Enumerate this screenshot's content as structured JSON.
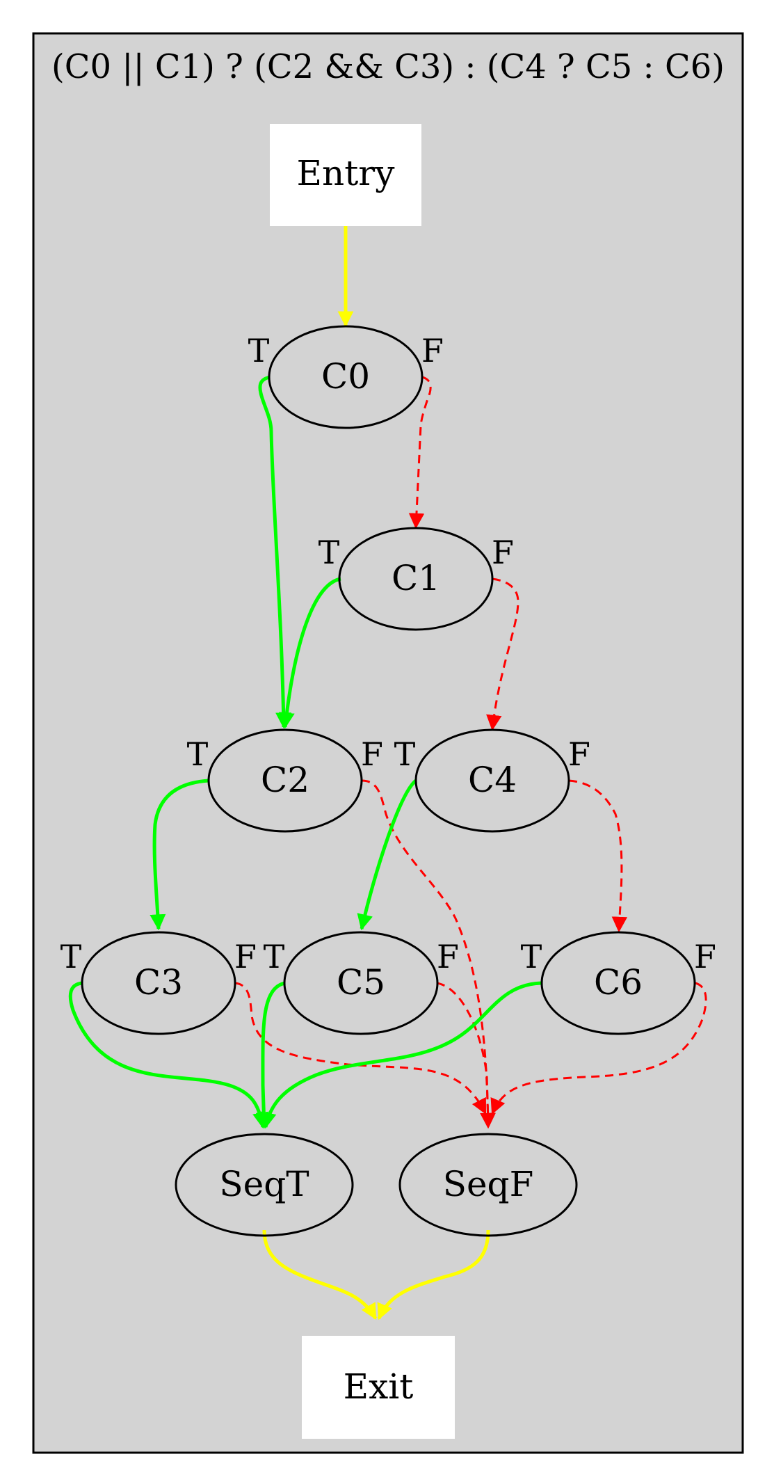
{
  "diagram": {
    "title": "(C0 || C1) ? (C2 && C3) : (C4 ? C5 : C6)",
    "colors": {
      "background": "#d3d3d3",
      "border": "#000000",
      "true_edge": "#00ff00",
      "false_edge": "#ff0000",
      "flow_edge": "#ffff00",
      "terminal_fill": "#ffffff"
    },
    "nodes": {
      "entry": {
        "label": "Entry",
        "shape": "box"
      },
      "c0": {
        "label": "C0",
        "shape": "ellipse",
        "true_port": "T",
        "false_port": "F"
      },
      "c1": {
        "label": "C1",
        "shape": "ellipse",
        "true_port": "T",
        "false_port": "F"
      },
      "c2": {
        "label": "C2",
        "shape": "ellipse",
        "true_port": "T",
        "false_port": "F"
      },
      "c3": {
        "label": "C3",
        "shape": "ellipse",
        "true_port": "T",
        "false_port": "F"
      },
      "c4": {
        "label": "C4",
        "shape": "ellipse",
        "true_port": "T",
        "false_port": "F"
      },
      "c5": {
        "label": "C5",
        "shape": "ellipse",
        "true_port": "T",
        "false_port": "F"
      },
      "c6": {
        "label": "C6",
        "shape": "ellipse",
        "true_port": "T",
        "false_port": "F"
      },
      "seqt": {
        "label": "SeqT",
        "shape": "ellipse"
      },
      "seqf": {
        "label": "SeqF",
        "shape": "ellipse"
      },
      "exit": {
        "label": "Exit",
        "shape": "box"
      }
    },
    "edges": [
      {
        "from": "Entry",
        "to": "C0",
        "kind": "flow"
      },
      {
        "from": "C0",
        "to": "C2",
        "kind": "true"
      },
      {
        "from": "C0",
        "to": "C1",
        "kind": "false"
      },
      {
        "from": "C1",
        "to": "C2",
        "kind": "true"
      },
      {
        "from": "C1",
        "to": "C4",
        "kind": "false"
      },
      {
        "from": "C2",
        "to": "C3",
        "kind": "true"
      },
      {
        "from": "C2",
        "to": "SeqF",
        "kind": "false"
      },
      {
        "from": "C4",
        "to": "C5",
        "kind": "true"
      },
      {
        "from": "C4",
        "to": "C6",
        "kind": "false"
      },
      {
        "from": "C3",
        "to": "SeqT",
        "kind": "true"
      },
      {
        "from": "C3",
        "to": "SeqF",
        "kind": "false"
      },
      {
        "from": "C5",
        "to": "SeqT",
        "kind": "true"
      },
      {
        "from": "C5",
        "to": "SeqF",
        "kind": "false"
      },
      {
        "from": "C6",
        "to": "SeqT",
        "kind": "true"
      },
      {
        "from": "C6",
        "to": "SeqF",
        "kind": "false"
      },
      {
        "from": "SeqT",
        "to": "Exit",
        "kind": "flow"
      },
      {
        "from": "SeqF",
        "to": "Exit",
        "kind": "flow"
      }
    ]
  }
}
